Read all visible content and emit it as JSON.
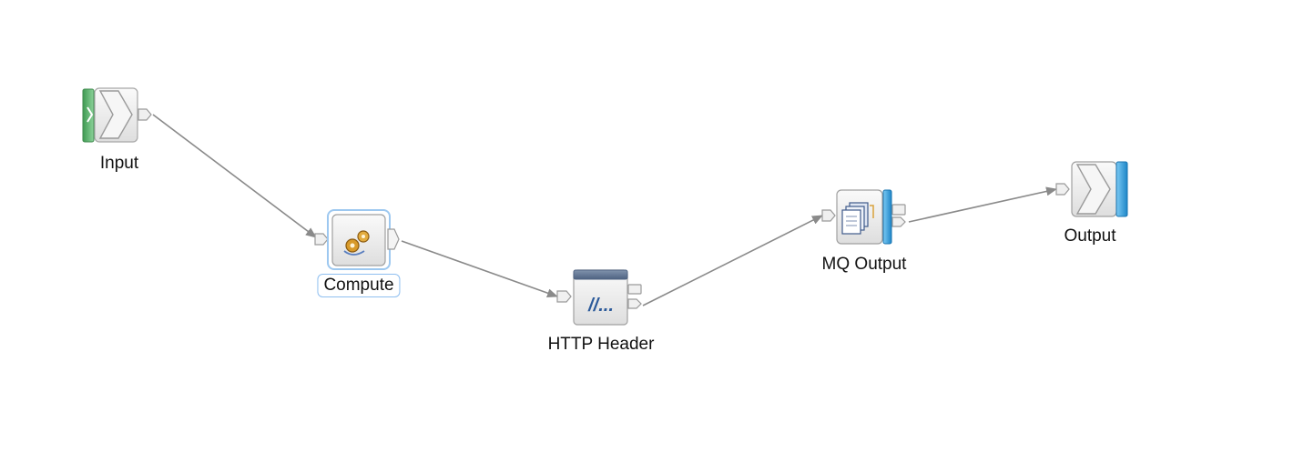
{
  "flow": {
    "nodes": [
      {
        "id": "input",
        "label": "Input",
        "type": "mq-input",
        "icon": "input-node-icon"
      },
      {
        "id": "compute",
        "label": "Compute",
        "type": "compute",
        "icon": "compute-gears-icon",
        "selected": true
      },
      {
        "id": "httpheader",
        "label": "HTTP Header",
        "type": "http-header",
        "icon": "http-header-icon",
        "icon_text": "//..."
      },
      {
        "id": "mqoutput",
        "label": "MQ Output",
        "type": "mq-output",
        "icon": "mq-output-icon"
      },
      {
        "id": "output",
        "label": "Output",
        "type": "output",
        "icon": "output-node-icon"
      }
    ],
    "connections": [
      {
        "from": "input",
        "to": "compute"
      },
      {
        "from": "compute",
        "to": "httpheader"
      },
      {
        "from": "httpheader",
        "to": "mqoutput"
      },
      {
        "from": "mqoutput",
        "to": "output"
      }
    ],
    "colors": {
      "connector": "#8a8a8a",
      "node_fill": "#ececec",
      "node_border": "#a8a8a8",
      "input_accent": "#5ab06a",
      "output_accent": "#2a9ad8",
      "header_bar": "#5b6f8c",
      "selection": "#8fbff0"
    }
  }
}
